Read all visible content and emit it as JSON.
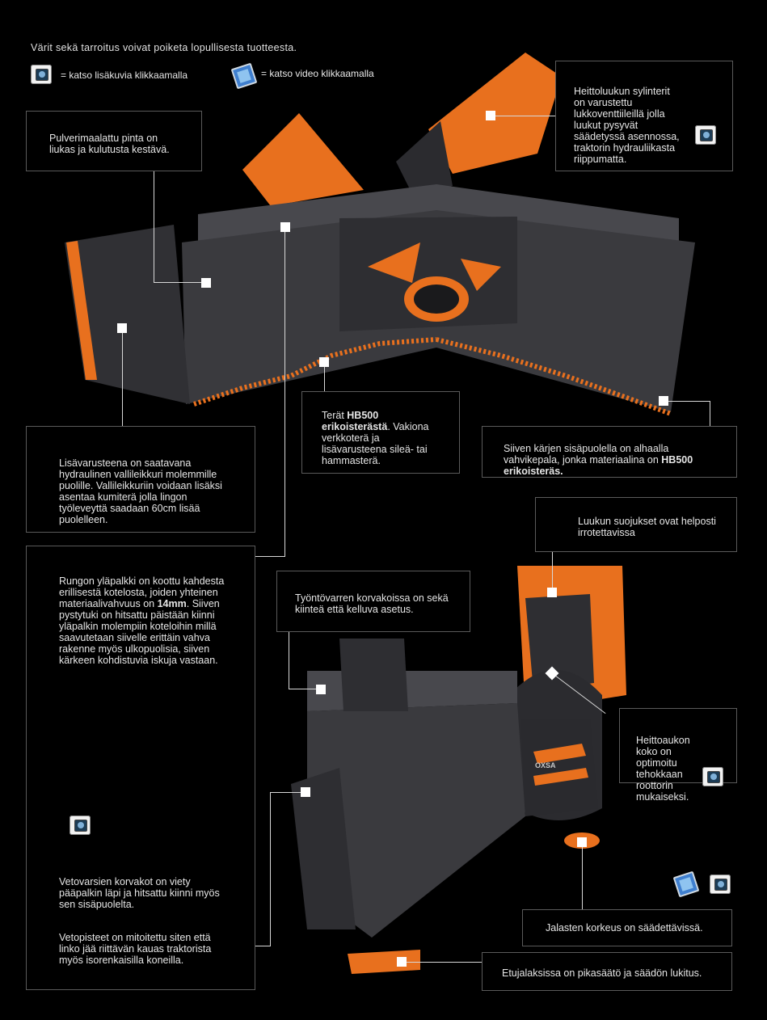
{
  "disclaimer": "Värit sekä tarroitus voivat poiketa lopullisesta tuotteesta.",
  "legend": {
    "camera_text": "= katso lisäkuvia klikkaamalla",
    "video_text": "= katso video klikkaamalla",
    "camera_icon": "camera-icon",
    "video_icon": "video-icon"
  },
  "notes": {
    "pulverimaalattu": "Pulverimaalattu pinta on liukas ja kulutusta kestävä.",
    "heittoluukun": "Heittoluukun sylinterit on varustettu lukkoventtiileillä jolla luukut pysyvät säädetyssä asennossa, traktorin hydrauliikasta riippumatta.",
    "lisavarusteena": "Lisävarusteena on saatavana hydraulinen vallileikkuri molemmille puolille. Vallileikkuriin voidaan lisäksi asentaa kumiterä jolla lingon työleveyttä saadaan 60cm lisää puolelleen.",
    "terat_prefix": "Terät ",
    "terat_bold": "HB500 erikoisterästä",
    "terat_suffix": ". Vakiona verkkoterä ja lisävarusteena sileä- tai hammasterä.",
    "siiven_prefix": "Siiven kärjen sisäpuolella on alhaalla vahvikepala, jonka materiaalina on ",
    "siiven_bold": "HB500 erikoisteräs.",
    "luukun": "Luukun suojukset ovat helposti irrotettavissa",
    "tyontovarren": "Työntövarren korvakoissa on sekä kiinteä että kelluva asetus.",
    "rungon_prefix": "Rungon yläpalkki on koottu kahdesta erillisestä kotelosta, joiden yhteinen materiaalivahvuus on ",
    "rungon_bold": "14mm",
    "rungon_suffix": ". Siiven pystytuki on hitsattu päistään kiinni yläpalkin molempiin koteloihin millä saavutetaan siivelle erittäin vahva rakenne myös ulkopuolisia, siiven kärkeen kohdistuvia iskuja vastaan.",
    "vetovarsien": "Vetovarsien korvakot on viety pääpalkin läpi ja hitsattu kiinni myös sen sisäpuolelta.",
    "vetopisteet": "Vetopisteet on mitoitettu siten että linko jää riittävän kauas traktorista myös isorenkaisilla koneilla.",
    "heittoaukon": "Heittoaukon koko on optimoitu tehokkaan roottorin mukaiseksi.",
    "jalasten": "Jalasten korkeus on säädettävissä.",
    "etujalaksissa": "Etujalaksissa on pikasäätö ja säädön lukitus."
  },
  "brand_label": "OXSA",
  "colors": {
    "accent": "#e8701e",
    "machine": "#3a3a3e",
    "background": "#000000"
  }
}
